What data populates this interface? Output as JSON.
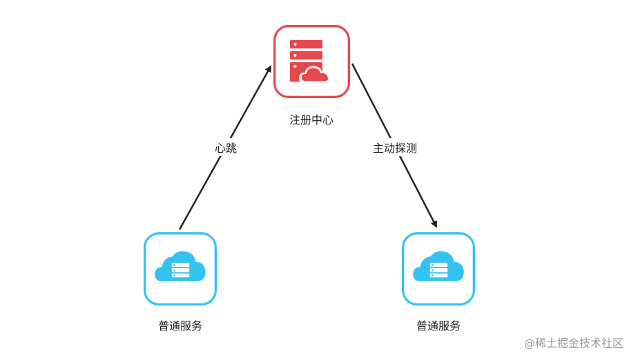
{
  "nodes": {
    "registry": {
      "label": "注册中心",
      "icon": "server-cloud-icon",
      "color": "#e5484d"
    },
    "service_left": {
      "label": "普通服务",
      "icon": "cloud-server-icon",
      "color": "#33c3f2"
    },
    "service_right": {
      "label": "普通服务",
      "icon": "cloud-server-icon",
      "color": "#33c3f2"
    }
  },
  "edges": {
    "heartbeat": {
      "label": "心跳",
      "from": "service_left",
      "to": "registry"
    },
    "probe": {
      "label": "主动探测",
      "from": "registry",
      "to": "service_right"
    }
  },
  "watermark": "@稀土掘金技术社区",
  "colors": {
    "edge": "#222222"
  }
}
